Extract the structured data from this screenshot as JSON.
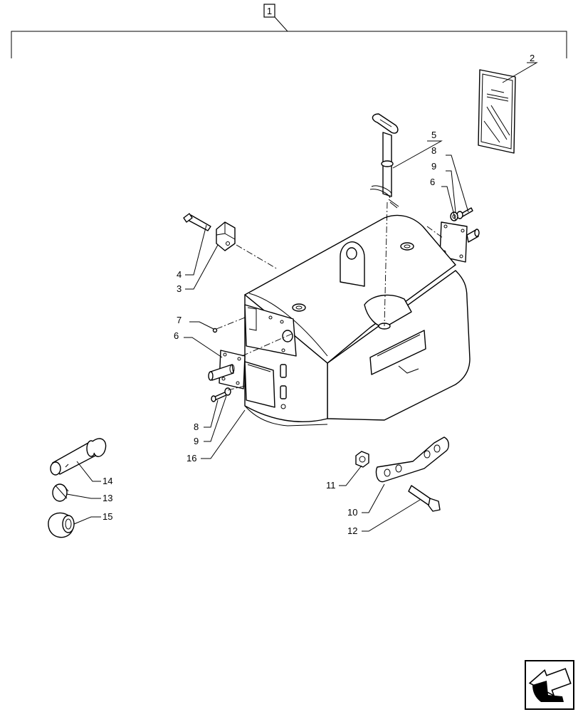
{
  "assembly": {
    "number": "1"
  },
  "callouts": {
    "c2": "2",
    "c3": "3",
    "c4": "4",
    "c5": "5",
    "c6a": "6",
    "c6b": "6",
    "c7": "7",
    "c8a": "8",
    "c8b": "8",
    "c9a": "9",
    "c9b": "9",
    "c10": "10",
    "c11": "11",
    "c12": "12",
    "c13": "13",
    "c14": "14",
    "c15": "15",
    "c16": "16"
  },
  "icons": {
    "corner": "navigation-arrow-icon"
  }
}
